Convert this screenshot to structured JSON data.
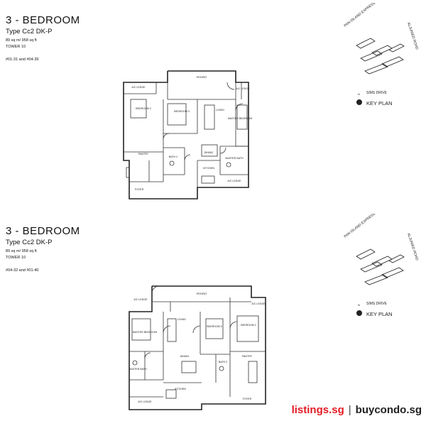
{
  "plans": [
    {
      "title": "3 - BEDROOM",
      "type": "Type Cc2 DK-P",
      "area": "89 sq m/ 958 sq ft",
      "tower": "TOWER 10",
      "units": "#01-31 and #04-39",
      "rooms": {
        "pes_pat": "PES/PAT",
        "ac_ledge_left": "A/C LEDGE",
        "ac_ledge_right": "A/C LEDGE",
        "bedroom2": "BEDROOM 2",
        "bedroom3": "BEDROOM 3",
        "living": "LIVING",
        "master_bedroom": "MASTER BEDROOM",
        "pantry": "PANTRY",
        "bath2": "BATH 2",
        "dining": "DINING",
        "master_bath": "MASTER BATH",
        "foyer": "FOYER",
        "kitchen": "KITCHEN",
        "ac_ledge_bottom": "A/C LEDGE"
      }
    },
    {
      "title": "3 - BEDROOM",
      "type": "Type Cc2 DK-P",
      "area": "89 sq m/ 958 sq ft",
      "tower": "TOWER 10",
      "units": "#04-32 and #01-40",
      "rooms": {
        "pes_pat": "PES/PAT",
        "ac_ledge_left": "A/C LEDGE",
        "ac_ledge_right": "A/C LEDGE",
        "master_bedroom": "MASTER BEDROOM",
        "living": "LIVING",
        "bedroom3": "BEDROOM 3",
        "bedroom2": "BEDROOM 2",
        "master_bath": "MASTER BATH",
        "dining": "DINING",
        "bath2": "BATH 2",
        "pantry": "PANTRY",
        "kitchen": "KITCHEN",
        "foyer": "FOYER",
        "ac_ledge_bottom": "A/C LEDGE"
      }
    }
  ],
  "key_plan": {
    "road_top": "PAN ISLAND EXPRESSWAY (PIE)",
    "road_right": "ALJUNIED ROAD",
    "road_bottom": "SIMS DRIVE",
    "north": "N",
    "label": "KEY PLAN"
  },
  "footer": {
    "site1": "listings.sg",
    "separator": "|",
    "site2": "buycondo.sg"
  },
  "colors": {
    "line": "#222222",
    "brand_red": "#e31b23"
  }
}
